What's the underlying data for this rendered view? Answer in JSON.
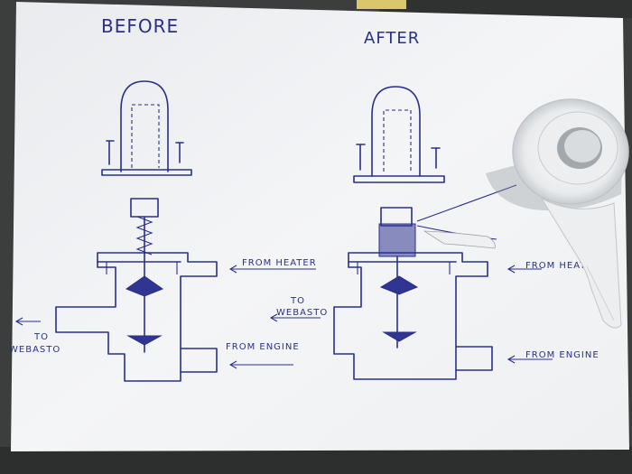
{
  "before_title": "BEFORE",
  "after_title": "AFTER",
  "before_labels": {
    "from_heater": "FROM HEATER",
    "to": "TO",
    "webasto": "WEBASTO",
    "from_engine": "FROM ENGINE"
  },
  "after_labels": {
    "to": "TO",
    "webasto": "WEBASTO",
    "from_heater": "FROM HEAT",
    "from_engine": "FROM ENGINE"
  },
  "colors": {
    "ink": "#2a2f8a",
    "paper": "#f1f2f4",
    "background": "#3a3d3c"
  }
}
